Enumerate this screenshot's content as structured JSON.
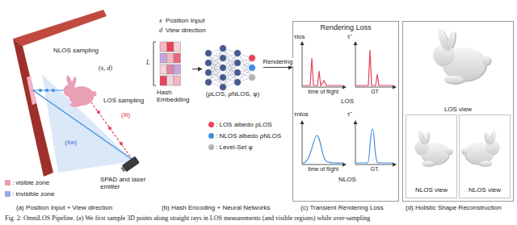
{
  "diagram": {
    "caption": "Fig. 2: OmniLOS Pipeline. (a) We first sample 3D points along straight rays in LOS measurements (and visible regions) while over-sampling",
    "nodes": [
      {
        "text": [
          "Hash Embedding"
        ]
      },
      {
        "text": [
          "(ρLOS, ρNLOS, φ)"
        ]
      },
      {
        "text": [
          "Rendering Loss"
        ]
      },
      {
        "text": [
          "LOS view"
        ]
      },
      {
        "text": [
          "NLOS view"
        ],
        "in": 3
      },
      {
        "text": [
          "NLOS view"
        ],
        "in": 3
      }
    ],
    "edges": [
      {
        "from": 0,
        "to": 1,
        "arrow": "to"
      },
      {
        "from": 1,
        "to": 2,
        "label": "Rendering",
        "arrow": "to"
      }
    ],
    "labels": [
      "NLOS sampling",
      "(x, d)",
      "LOS sampling",
      "(x̃l)",
      "(x̃w)",
      "SPAD and laser emitter",
      "(a) Position Input + View direction",
      "x",
      "Position Input",
      "d",
      "View direction",
      "L",
      "(b) Hash Encoding + Neural Networks",
      "τlos",
      "τ̃",
      "time of flight",
      "GT",
      "LOS",
      "τnlos",
      "τ̃",
      "time of flight",
      "GT.",
      "NLOS",
      "(c) Transient Rendering Loss",
      "(d) Holistic Shape Reconstruction"
    ],
    "legend": [
      {
        "text": ": visible zone",
        "color": "#e9a0b4"
      },
      {
        "text": ": invisible zone",
        "color": "#9aa8e6"
      },
      {
        "text": ": LOS albedo ρLOS",
        "color": "#e8435a"
      },
      {
        "text": ": NLOS albedo ρNLOS",
        "color": "#3f8fe0"
      },
      {
        "text": ": Level-Set φ",
        "color": "#b4b4b4"
      }
    ]
  }
}
